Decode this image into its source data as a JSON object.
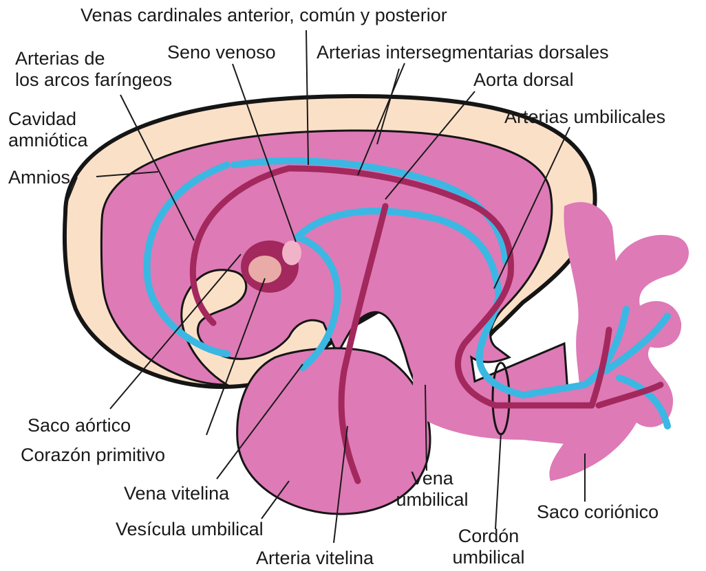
{
  "colors": {
    "embryo": "#de7ab6",
    "amniotic_cavity": "#fbe0c8",
    "vein": "#3ab8e3",
    "artery": "#a3285d",
    "heart_highlight": "#f6c2b4",
    "outline": "#151515",
    "leader": "#1a1a1a"
  },
  "labels": {
    "cardinal_veins": "Venas cardinales anterior, común y posterior",
    "pharyngeal_arteries": [
      "Arterias de",
      "los arcos faríngeos"
    ],
    "sinus_venosus": "Seno venoso",
    "intersegmental_arteries": "Arterias intersegmentarias dorsales",
    "dorsal_aorta": "Aorta dorsal",
    "amniotic_cavity": [
      "Cavidad",
      "amniótica"
    ],
    "umbilical_arteries": "Arterias umbilicales",
    "amnion": "Amnios",
    "aortic_sac": "Saco aórtico",
    "primitive_heart": "Corazón primitivo",
    "vitelline_vein": "Vena vitelina",
    "umbilical_vesicle": "Vesícula umbilical",
    "vitelline_artery": "Arteria vitelina",
    "umbilical_vein": [
      "Vena",
      "umbilical"
    ],
    "umbilical_cord": [
      "Cordón",
      "umbilical"
    ],
    "chorionic_sac": "Saco coriónico"
  }
}
